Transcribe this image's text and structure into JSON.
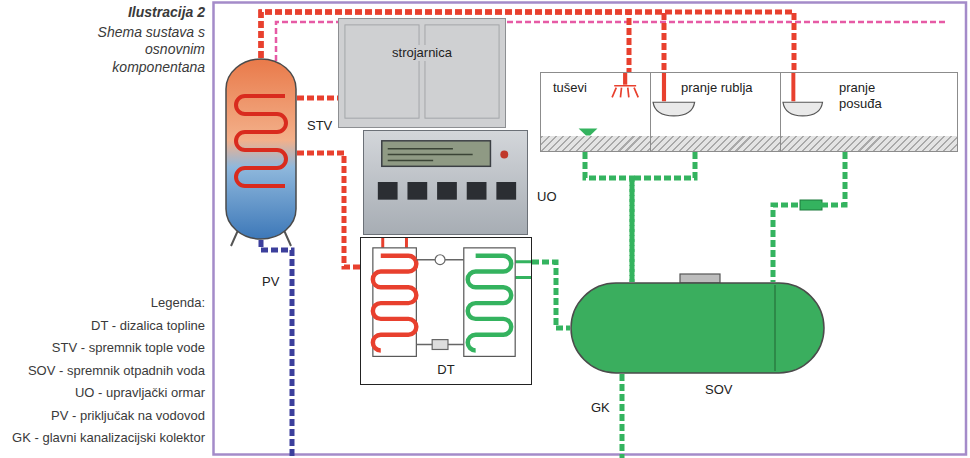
{
  "diagram": {
    "title": "Ilustracija 2",
    "caption": "Shema sustava s osnovnim komponentana",
    "nodes": [
      {
        "text": [
          "STV"
        ]
      },
      {
        "text": [
          "strojarnica"
        ]
      },
      {
        "text": [
          "tuševi"
        ]
      },
      {
        "text": [
          "pranje rublja"
        ]
      },
      {
        "text": [
          "pranje posuđa"
        ]
      },
      {
        "text": [
          "UO"
        ]
      },
      {
        "text": [
          "DT"
        ]
      },
      {
        "text": [
          "SOV"
        ]
      }
    ],
    "edges": [
      {
        "from": 0,
        "to": 2,
        "arrow": "none"
      },
      {
        "from": 0,
        "to": 3,
        "arrow": "none"
      },
      {
        "from": 0,
        "to": 4,
        "arrow": "none"
      },
      {
        "from": 0,
        "to": 1,
        "arrow": "none"
      },
      {
        "from": 0,
        "to": 6,
        "arrow": "none"
      },
      {
        "from": 2,
        "to": 7,
        "arrow": "none"
      },
      {
        "from": 3,
        "to": 7,
        "arrow": "none"
      },
      {
        "from": 4,
        "to": 7,
        "arrow": "none"
      },
      {
        "from": 6,
        "to": 7,
        "arrow": "none"
      }
    ],
    "labels": [
      "PV",
      "GK",
      "Legenda:"
    ],
    "legend": [
      {
        "text": "DT - dizalica topline"
      },
      {
        "text": "STV - spremnik tople vode"
      },
      {
        "text": "SOV - spremnik otpadnih voda"
      },
      {
        "text": "UO - upravljački ormar"
      },
      {
        "text": "PV - priključak na vodovod"
      },
      {
        "text": "GK - glavni kanalizacijski kolektor"
      }
    ]
  }
}
